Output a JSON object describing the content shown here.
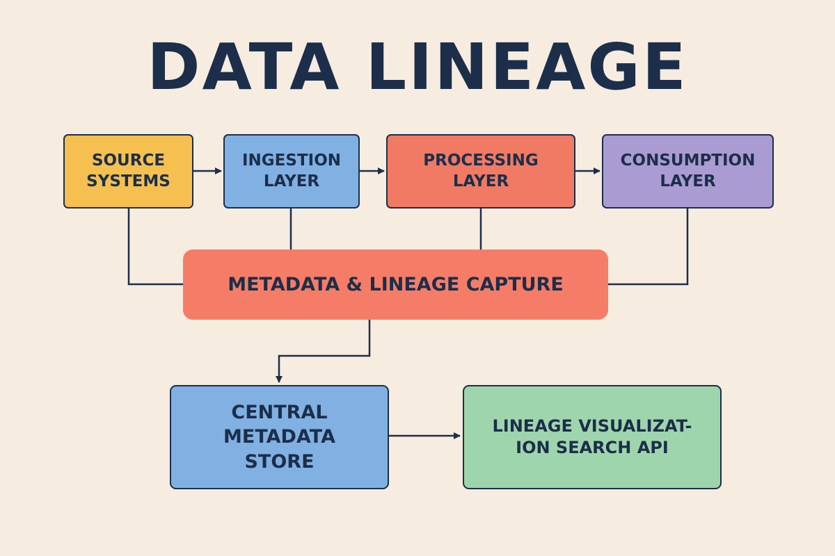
{
  "title": "DATA LINEAGE",
  "colors": {
    "background": "#f6ece0",
    "ink": "#1c2e4a",
    "source": "#f5c04f",
    "ingestion": "#80b1e2",
    "processing": "#f07a64",
    "consumption": "#aa9cd2",
    "capture": "#f57d68",
    "store": "#80b1e2",
    "visualization": "#9fd5ad"
  },
  "nodes": {
    "source": "SOURCE\nSYSTEMS",
    "ingestion": "INGESTION\nLAYER",
    "processing": "PROCESSING\nLAYER",
    "consumption": "CONSUMPTION\nLAYER",
    "capture": "METADATA & LINEAGE CAPTURE",
    "store": "CENTRAL\nMETADATA\nSTORE",
    "visualization": "LINEAGE VISUALIZAT-\nION SEARCH API"
  },
  "edges": [
    {
      "from": "source",
      "to": "ingestion",
      "arrow": true
    },
    {
      "from": "ingestion",
      "to": "processing",
      "arrow": true
    },
    {
      "from": "processing",
      "to": "consumption",
      "arrow": true
    },
    {
      "from": "source",
      "to": "capture",
      "arrow": false
    },
    {
      "from": "ingestion",
      "to": "capture",
      "arrow": false
    },
    {
      "from": "processing",
      "to": "capture",
      "arrow": false
    },
    {
      "from": "consumption",
      "to": "capture",
      "arrow": false
    },
    {
      "from": "capture",
      "to": "store",
      "arrow": true
    },
    {
      "from": "store",
      "to": "visualization",
      "arrow": true
    }
  ]
}
